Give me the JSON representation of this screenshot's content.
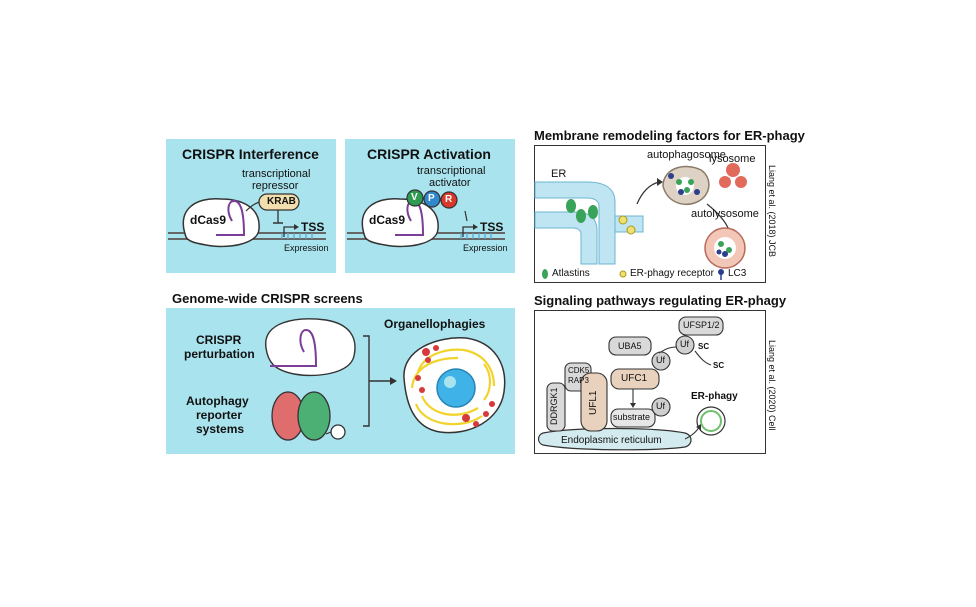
{
  "crispri": {
    "title": "CRISPR Interference",
    "label_line1": "transcriptional",
    "label_line2": "repressor",
    "domain": "KRAB",
    "protein": "dCas9",
    "tss": "TSS",
    "expression": "Expression"
  },
  "crispra": {
    "title": "CRISPR Activation",
    "label_line1": "transcriptional",
    "label_line2": "activator",
    "domains": [
      "V",
      "P",
      "R"
    ],
    "protein": "dCas9",
    "tss": "TSS",
    "expression": "Expression"
  },
  "screens": {
    "heading": "Genome-wide CRISPR screens",
    "perturbation_line1": "CRISPR",
    "perturbation_line2": "perturbation",
    "reporter_line1": "Autophagy",
    "reporter_line2": "reporter",
    "reporter_line3": "systems",
    "organelle": "Organellophagies"
  },
  "membrane": {
    "heading": "Membrane remodeling factors for ER-phagy",
    "er": "ER",
    "autophagosome": "autophagosome",
    "lysosome": "lysosome",
    "autolysosome": "autolysosome",
    "legend": [
      "Atlastins",
      "ER-phagy receptor",
      "LC3"
    ],
    "citation": "Liang et al. (2018) JCB"
  },
  "signaling": {
    "heading": "Signaling pathways regulating ER-phagy",
    "ufsp": "UFSP1/2",
    "uf": "Uf",
    "sc": "SC",
    "uba5": "UBA5",
    "cdk5_line1": "CDK5",
    "cdk5_line2": "RAP3",
    "ddrgk1": "DDRGK1",
    "ufl1": "UFL1",
    "ufc1": "UFC1",
    "substrate": "substrate",
    "erphagy": "ER-phagy",
    "er": "Endoplasmic reticulum",
    "citation": "Liang et al. (2020) Cell"
  },
  "colors": {
    "panel_blue": "#a9e3ee",
    "krab": "#f3dfae",
    "v": "#2e9a52",
    "p": "#2f88cc",
    "r": "#d9392b",
    "purple_guide": "#7b3f98",
    "er_yellow": "#f2d32b",
    "lysosome_red": "#e26a5b"
  }
}
